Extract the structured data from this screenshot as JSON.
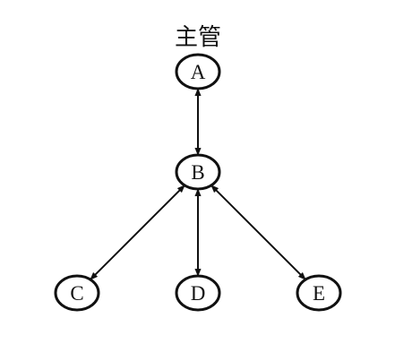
{
  "diagram": {
    "title": "主管",
    "nodes": [
      {
        "id": "A",
        "label": "A"
      },
      {
        "id": "B",
        "label": "B"
      },
      {
        "id": "C",
        "label": "C"
      },
      {
        "id": "D",
        "label": "D"
      },
      {
        "id": "E",
        "label": "E"
      }
    ],
    "edges": [
      {
        "from": "A",
        "to": "B",
        "direction": "both"
      },
      {
        "from": "B",
        "to": "C",
        "direction": "both"
      },
      {
        "from": "B",
        "to": "D",
        "direction": "both"
      },
      {
        "from": "B",
        "to": "E",
        "direction": "both"
      }
    ],
    "colors": {
      "stroke": "#111111",
      "background": "#ffffff"
    }
  }
}
